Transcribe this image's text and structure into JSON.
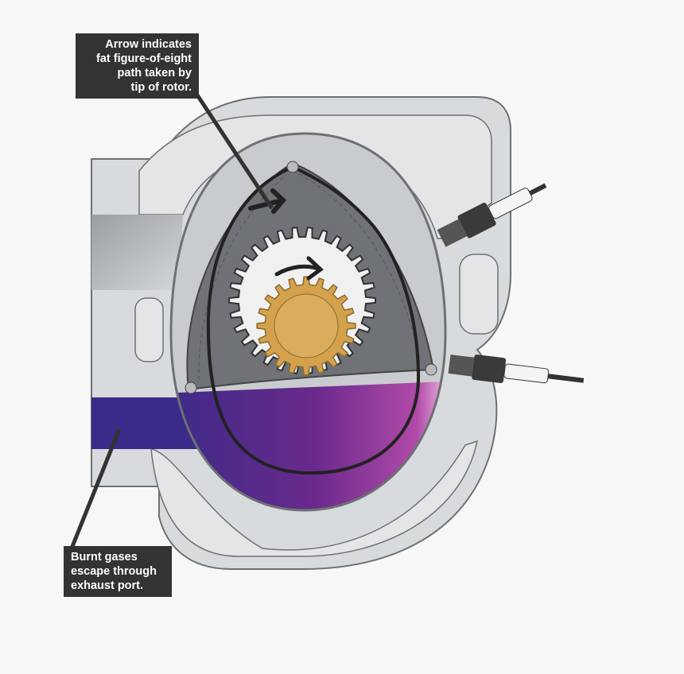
{
  "callouts": {
    "rotor_path": {
      "lines": [
        "Arrow indicates",
        "fat figure-of-eight",
        "path taken by",
        "tip of rotor."
      ]
    },
    "exhaust": {
      "lines": [
        "Burnt gases",
        "escape through",
        "exhaust port."
      ]
    }
  },
  "colors": {
    "background": "#f7f7f7",
    "housing": "#d8dbdd",
    "housing_outline": "#6d7174",
    "rotor": "#6f7276",
    "exhaust_gas": "#5a2a8a",
    "sun_gear": "#d4a24c",
    "label_bg": "#333333"
  },
  "gears": {
    "ring_gear_teeth": 30,
    "sun_gear_teeth": 20
  }
}
